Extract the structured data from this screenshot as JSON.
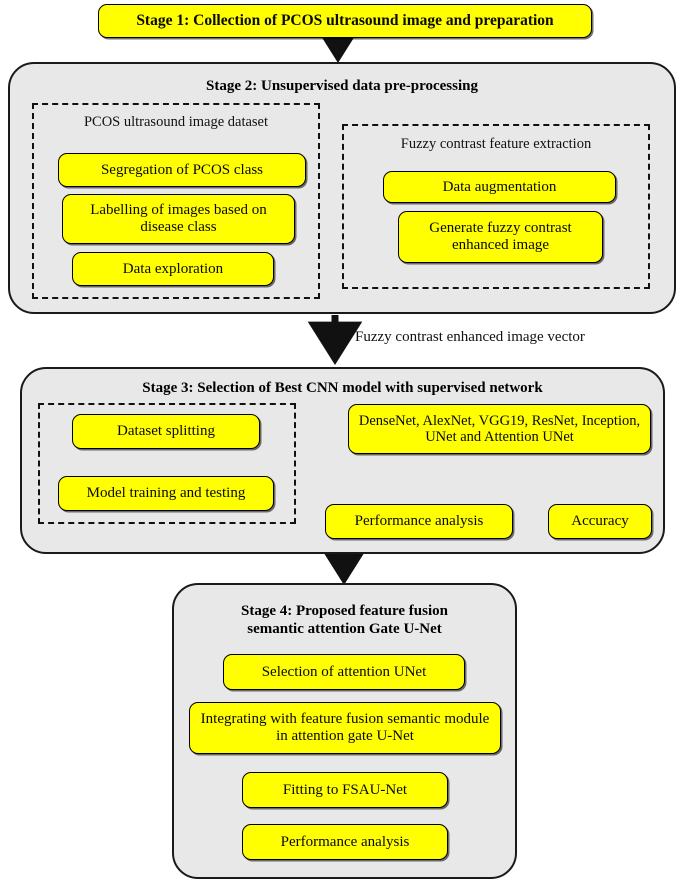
{
  "diagram": {
    "title": "PCOS ultrasound deep-learning pipeline flowchart",
    "colors": {
      "process_box_fill": "#FFFF00",
      "panel_fill": "#E8E8E8",
      "stroke": "#000000"
    }
  },
  "stage1": {
    "label": "Stage 1: Collection of PCOS ultrasound image and preparation"
  },
  "stage2": {
    "title": "Stage 2: Unsupervised data pre-processing",
    "group_left": {
      "title": "PCOS ultrasound image dataset",
      "boxes": [
        {
          "label": "Segregation of PCOS class"
        },
        {
          "label": "Labelling of images based on disease class"
        },
        {
          "label": "Data exploration"
        }
      ]
    },
    "group_right": {
      "title": "Fuzzy contrast feature extraction",
      "boxes": [
        {
          "label": "Data augmentation"
        },
        {
          "label": "Generate fuzzy contrast enhanced image"
        }
      ]
    }
  },
  "connector_2_to_3": {
    "label": "Fuzzy contrast enhanced image vector"
  },
  "stage3": {
    "title": "Stage 3: Selection of Best CNN model with supervised network",
    "group_left": {
      "boxes": [
        {
          "label": "Dataset splitting"
        },
        {
          "label": "Model training and testing"
        }
      ]
    },
    "models_box": {
      "label": "DenseNet, AlexNet, VGG19, ResNet, Inception, UNet and Attention UNet"
    },
    "eval_boxes": [
      {
        "label": "Performance analysis"
      },
      {
        "label": "Accuracy"
      }
    ]
  },
  "stage4": {
    "title": "Stage 4: Proposed feature fusion\nsemantic attention Gate U-Net",
    "boxes": [
      {
        "label": "Selection of attention UNet"
      },
      {
        "label": "Integrating with feature fusion semantic module in attention gate U-Net"
      },
      {
        "label": "Fitting to FSAU-Net"
      },
      {
        "label": "Performance analysis"
      }
    ]
  },
  "icons": {
    "arrow_down": "arrow-down-icon",
    "arrow_right_block": "block-arrow-right-icon",
    "arrow_right_yellow": "yellow-arrow-right-icon",
    "arrow_double_headed": "double-headed-arrow-icon"
  }
}
